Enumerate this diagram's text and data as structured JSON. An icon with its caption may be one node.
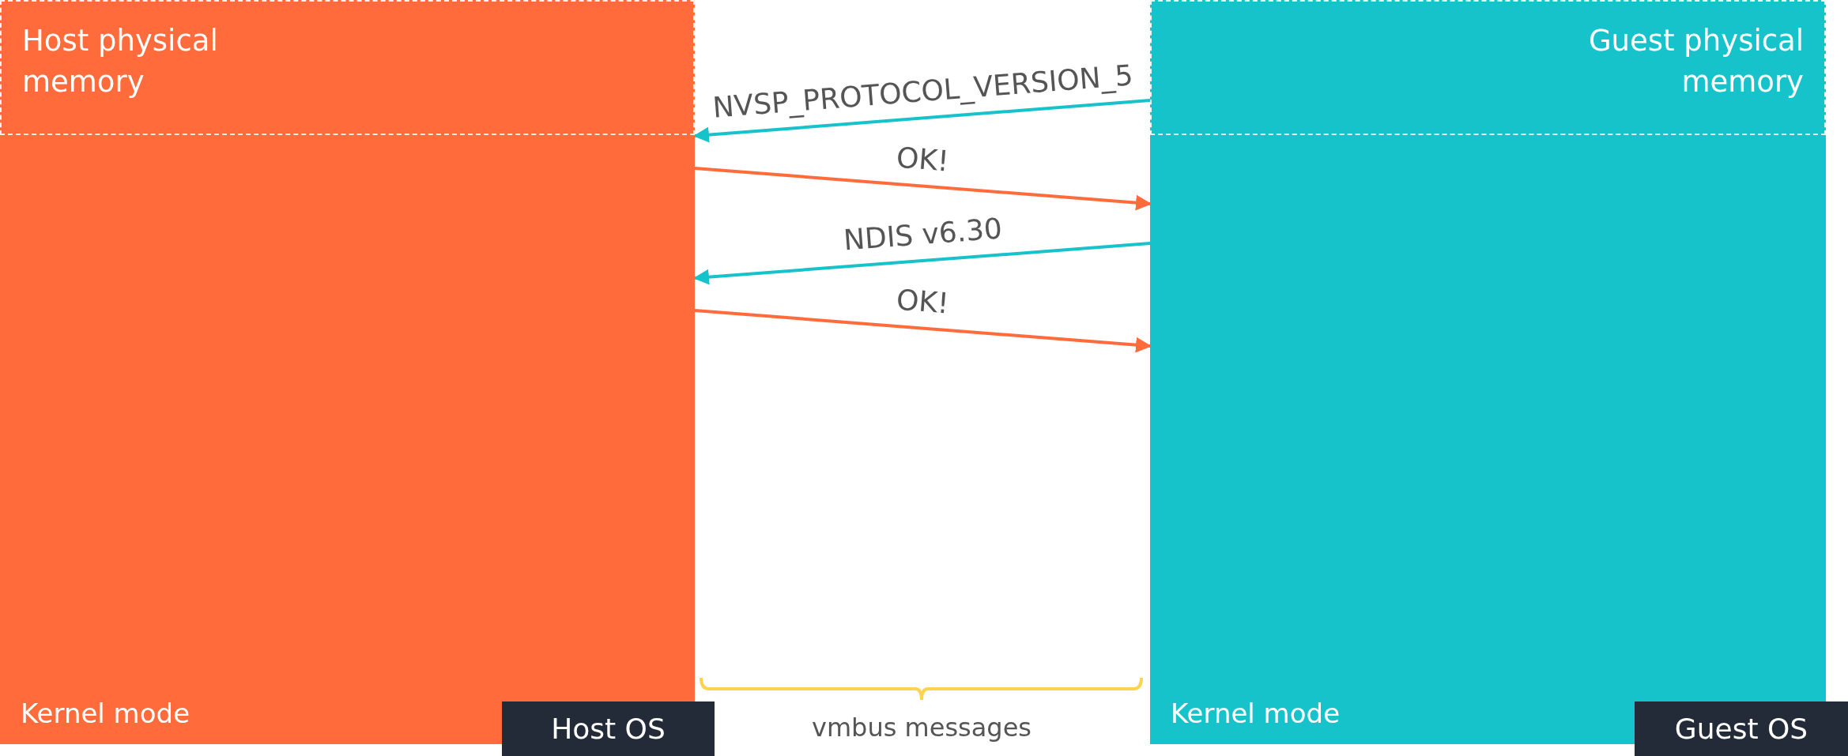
{
  "diagram": {
    "nodes": [
      {
        "text": [
          "Kernel mode"
        ]
      },
      {
        "text": [
          "Host physical memory"
        ],
        "in": 0
      },
      {
        "text": [
          "Host OS"
        ]
      },
      {
        "text": [
          "Kernel mode"
        ]
      },
      {
        "text": [
          "Guest physical memory"
        ],
        "in": 3
      },
      {
        "text": [
          "Guest OS"
        ]
      }
    ],
    "edges": [
      {
        "from": 3,
        "to": 0,
        "arrow": "to",
        "label": "NVSP_PROTOCOL_VERSION_5",
        "color": "#17c3cb"
      },
      {
        "from": 0,
        "to": 3,
        "arrow": "to",
        "label": "OK!",
        "color": "#ff6b3b"
      },
      {
        "from": 3,
        "to": 0,
        "arrow": "to",
        "label": "NDIS v6.30",
        "color": "#17c3cb"
      },
      {
        "from": 0,
        "to": 3,
        "arrow": "to",
        "label": "OK!",
        "color": "#ff6b3b"
      }
    ],
    "labels": [
      "vmbus messages"
    ]
  }
}
